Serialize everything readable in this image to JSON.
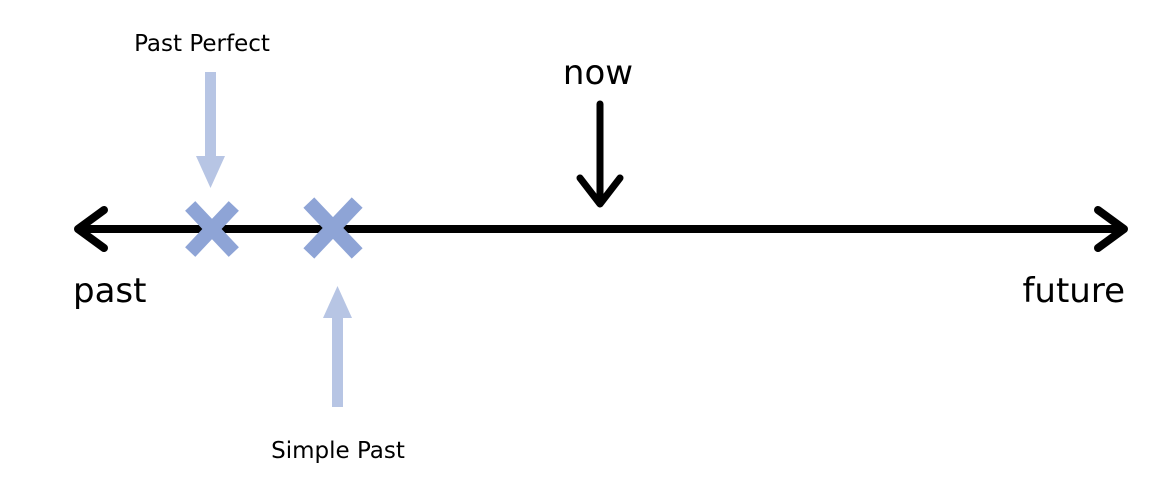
{
  "labels": {
    "past": "past",
    "future": "future",
    "now": "now",
    "past_perfect": "Past Perfect",
    "simple_past": "Simple Past"
  },
  "colors": {
    "line": "#000000",
    "marker": "#8EA4D6",
    "marker_arrow": "#B7C5E4",
    "background": "#FFFFFF"
  },
  "icons": {
    "past_perfect_marker": "x-mark",
    "simple_past_marker": "x-mark",
    "now_pointer": "arrow-down",
    "past_perfect_pointer": "arrow-down",
    "simple_past_pointer": "arrow-up"
  }
}
